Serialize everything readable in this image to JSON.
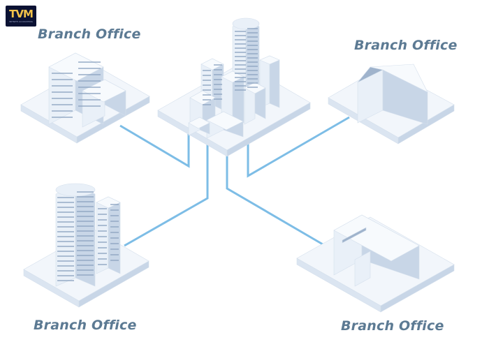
{
  "logo": {
    "text": "TVM",
    "subtitle": "INFINITE ACCOUNTING"
  },
  "offices": [
    {
      "id": "top-left",
      "label": "Branch Office"
    },
    {
      "id": "top-right",
      "label": "Branch Office"
    },
    {
      "id": "bottom-left",
      "label": "Branch Office"
    },
    {
      "id": "bottom-right",
      "label": "Branch Office"
    }
  ],
  "colors": {
    "connector": "#7dbde6",
    "label": "#5c7a93",
    "building_light": "#e9f0f8",
    "building_mid": "#c8d6e7",
    "building_dark": "#9fb3cc",
    "window": "#8ea5c2",
    "platform_top": "#f2f6fb",
    "platform_side": "#dbe5f1"
  }
}
